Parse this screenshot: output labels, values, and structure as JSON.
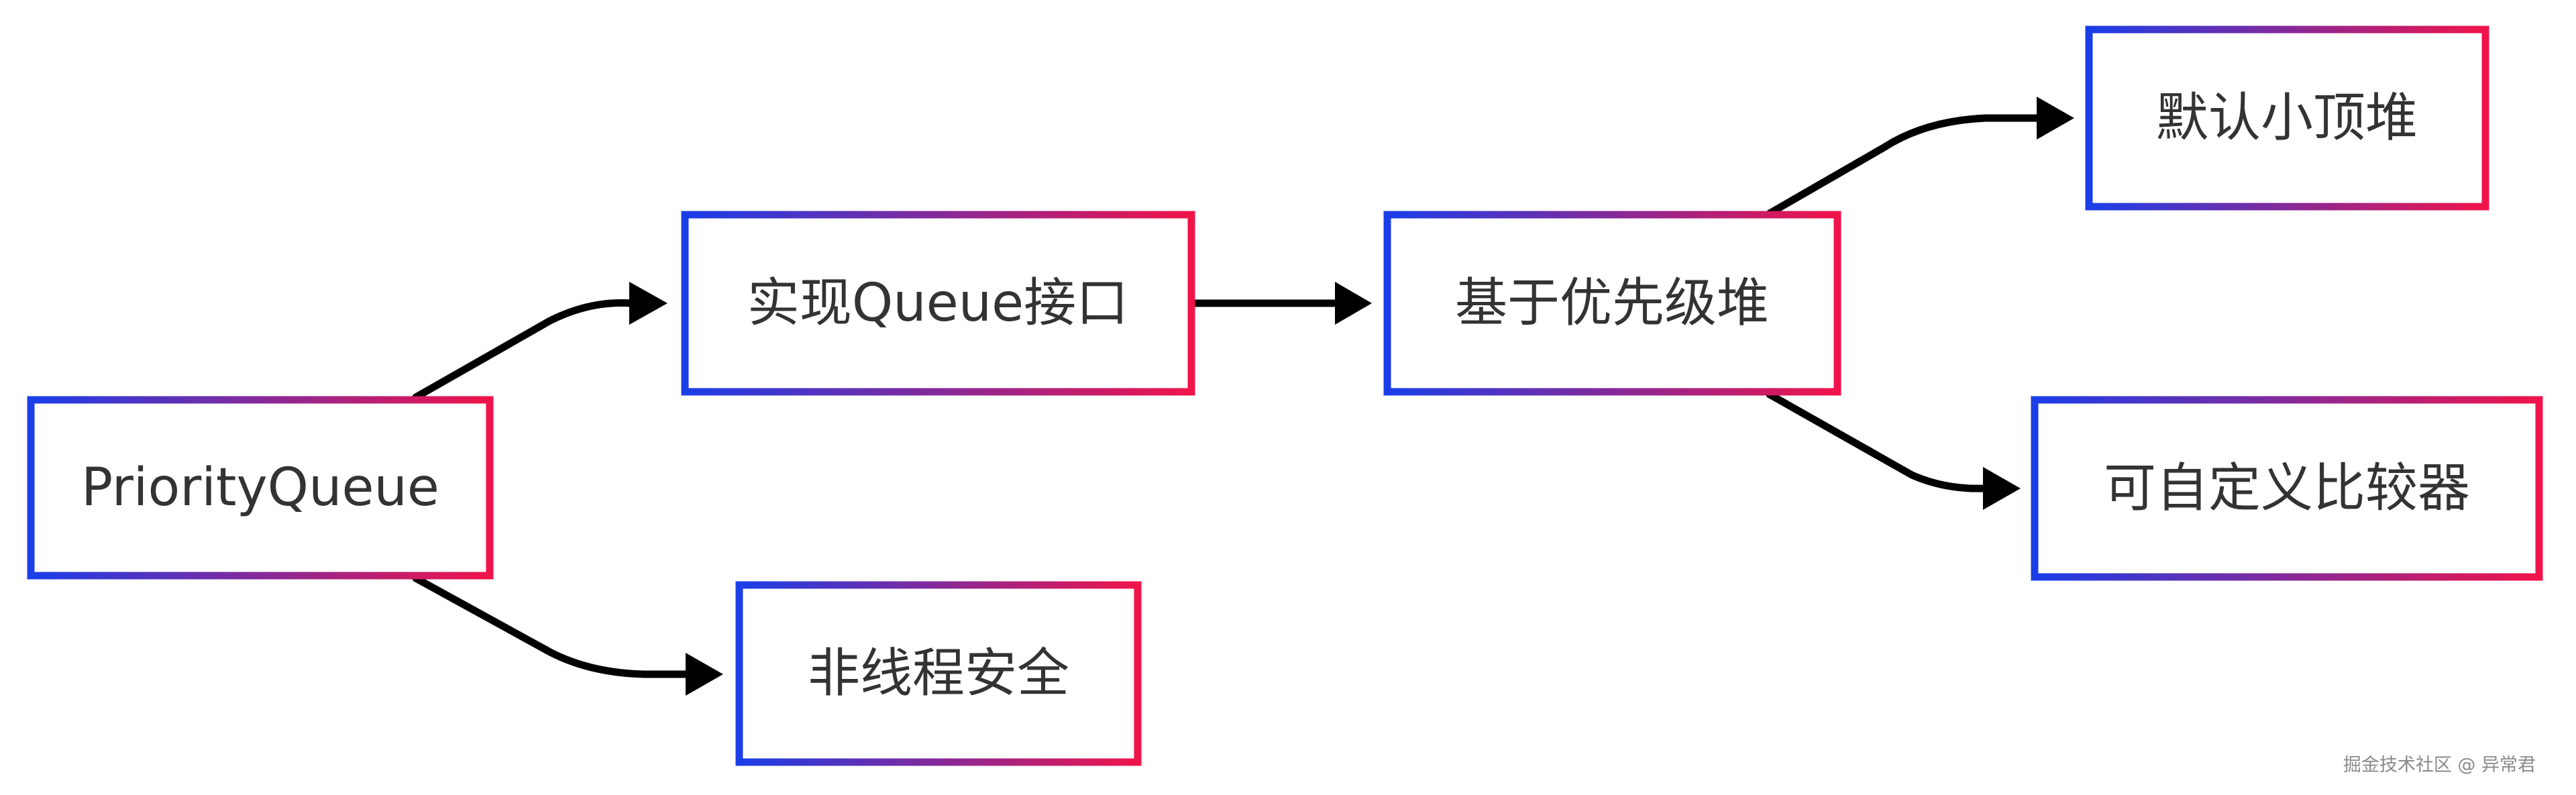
{
  "diagram": {
    "type": "flowchart",
    "direction": "left-to-right",
    "border_gradient": {
      "start": "#1a3ee8",
      "end": "#f0144a"
    },
    "edge_color": "#000000",
    "nodes": [
      {
        "id": "pq",
        "label": "PriorityQueue"
      },
      {
        "id": "queue",
        "label": "实现Queue接口"
      },
      {
        "id": "unsafe",
        "label": "非线程安全"
      },
      {
        "id": "heap",
        "label": "基于优先级堆"
      },
      {
        "id": "minheap",
        "label": "默认小顶堆"
      },
      {
        "id": "comparator",
        "label": "可自定义比较器"
      }
    ],
    "edges": [
      {
        "from": "pq",
        "to": "queue"
      },
      {
        "from": "pq",
        "to": "unsafe"
      },
      {
        "from": "queue",
        "to": "heap"
      },
      {
        "from": "heap",
        "to": "minheap"
      },
      {
        "from": "heap",
        "to": "comparator"
      }
    ]
  },
  "watermark": "掘金技术社区 @ 异常君"
}
